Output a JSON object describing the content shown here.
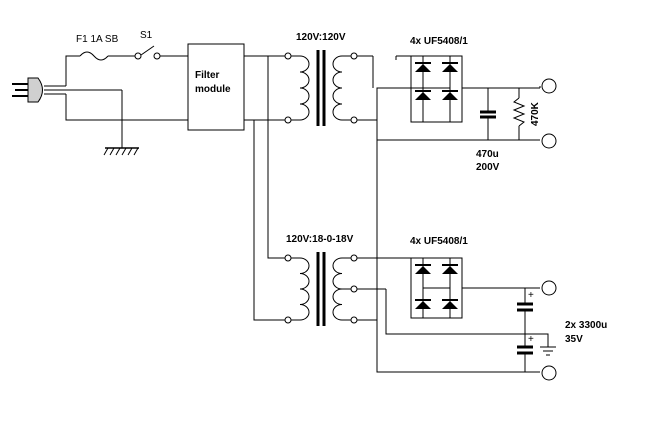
{
  "labels": {
    "fuse": "F1 1A SB",
    "switch": "S1",
    "filter_line1": "Filter",
    "filter_line2": "module",
    "tr1": "120V:120V",
    "tr2": "120V:18-0-18V",
    "bridge1": "4x UF5408/1",
    "bridge2": "4x UF5408/1",
    "cap1_value": "470u",
    "cap1_voltage": "200V",
    "res1": "470K",
    "cap2_value": "2x 3300u",
    "cap2_voltage": "35V",
    "plus": "+"
  }
}
